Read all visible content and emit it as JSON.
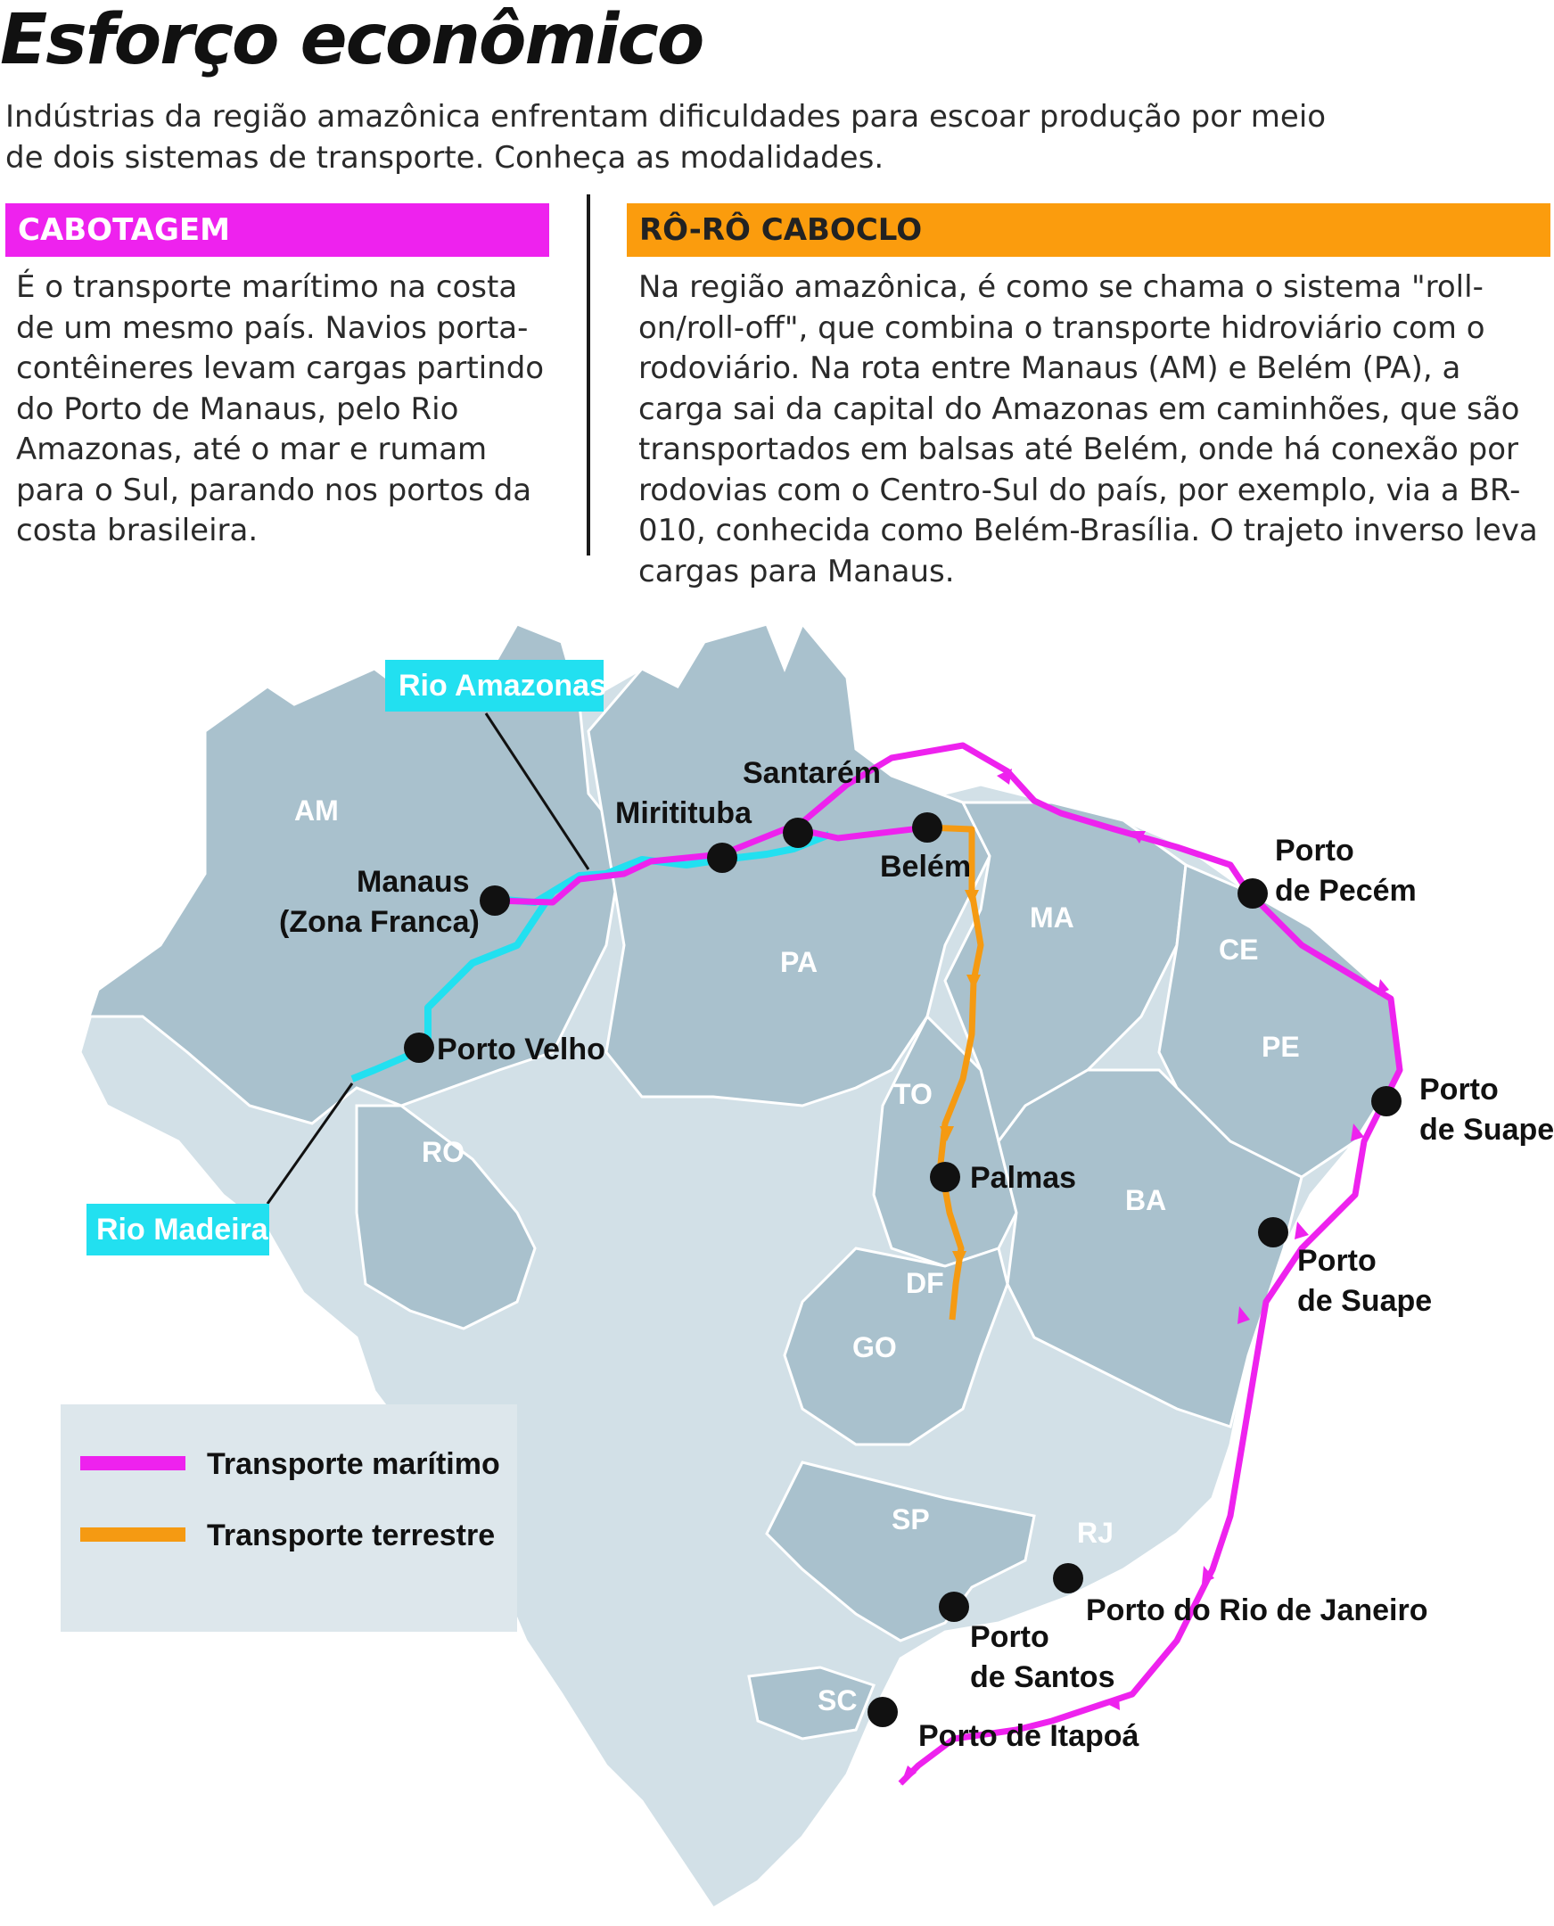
{
  "title": "Esforço econômico",
  "subtitle": "Indústrias da região amazônica enfrentam dificuldades para escoar produção por meio de dois sistemas de transporte. Conheça as modalidades.",
  "sections": {
    "cabotagem": {
      "heading": "CABOTAGEM",
      "text": "É o transporte marítimo na costa de um mesmo país. Navios porta-contêineres levam cargas partindo do Porto de Manaus, pelo Rio Amazonas, até o mar e rumam para o Sul, parando nos portos da costa brasileira."
    },
    "roro": {
      "heading": "RÔ-RÔ CABOCLO",
      "text": "Na região amazônica, é como se chama o sistema \"roll-on/roll-off\", que combina o transporte hidroviário com o rodoviário. Na rota entre Manaus (AM) e Belém (PA), a carga sai da capital do Amazonas em caminhões, que são transportados em balsas até Belém, onde há conexão por rodovias com o Centro-Sul do país, por exemplo, via a BR-010, conhecida como Belém-Brasília. O trajeto inverso leva cargas para Manaus."
    }
  },
  "map": {
    "states": {
      "am": "AM",
      "pa": "PA",
      "ma": "MA",
      "ce": "CE",
      "pe": "PE",
      "ro": "RO",
      "to": "TO",
      "ba": "BA",
      "df": "DF",
      "go": "GO",
      "sp": "SP",
      "rj": "RJ",
      "sc": "SC"
    },
    "rivers": {
      "amazonas": "Rio Amazonas",
      "madeira": "Rio Madeira"
    },
    "places": {
      "manaus_1": "Manaus",
      "manaus_2": "(Zona Franca)",
      "miritituba": "Miritituba",
      "santarem": "Santarém",
      "belem": "Belém",
      "porto_velho": "Porto Velho",
      "palmas": "Palmas",
      "pecem_1": "Porto",
      "pecem_2": "de Pecém",
      "suape_a_1": "Porto",
      "suape_a_2": "de Suape",
      "suape_b_1": "Porto",
      "suape_b_2": "de Suape",
      "rio": "Porto do Rio de Janeiro",
      "santos_1": "Porto",
      "santos_2": "de Santos",
      "itapoa": "Porto de Itapoá"
    },
    "legend": {
      "maritime": "Transporte marítimo",
      "land": "Transporte terrestre"
    },
    "colors": {
      "maritime": "#ee22ee",
      "land": "#f59a12",
      "river": "#22e0f0",
      "state_dark": "#a9c1cd",
      "state_light": "#d2e0e7"
    }
  }
}
